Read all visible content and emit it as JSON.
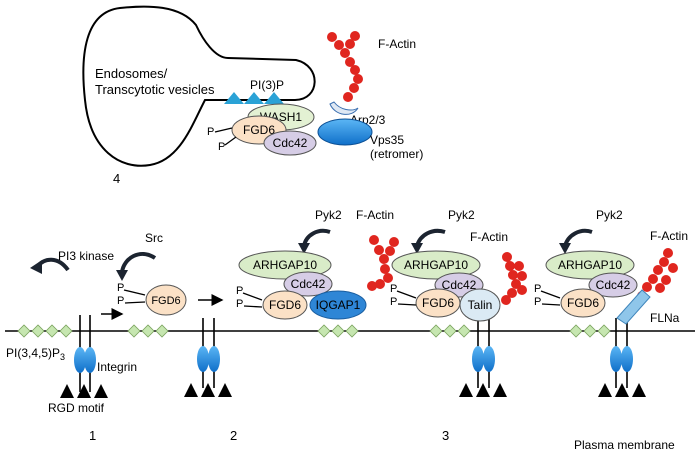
{
  "labels": {
    "endosomes_line1": "Endosomes/",
    "endosomes_line2": "Transcytotic vesicles",
    "pi3p": "PI(3)P",
    "factin": "F-Actin",
    "arp23": "Arp2/3",
    "vps35": "Vps35",
    "retromer": "(retromer)",
    "wash1": "WASH1",
    "fgd6": "FGD6",
    "cdc42": "Cdc42",
    "p": "P",
    "panel4": "4",
    "pi3kinase": "PI3 kinase",
    "src": "Src",
    "pyk2": "Pyk2",
    "arhgap10": "ARHGAP10",
    "iqgap1": "IQGAP1",
    "talin": "Talin",
    "flna": "FLNa",
    "integrin": "Integrin",
    "rgd": "RGD motif",
    "pip3_main": "PI(3,4,5)P",
    "pip3_sub": "3",
    "plasma_membrane": "Plasma membrane",
    "step1": "1",
    "step2": "2",
    "step3": "3"
  },
  "colors": {
    "fgd6": "#fbe1c6",
    "cdc42": "#d6cde6",
    "arhgap10": "#d9ecc8",
    "wash1": "#e3f1d3",
    "talin": "#dbeaf4",
    "iqgap1": "#2e86d6",
    "vps35": "#1a8fe3",
    "integrin": "#1a7fe0",
    "actin": "#e0261f",
    "pip_diamond": "#c6e6b0",
    "pi3p_triangle": "#2aa2d6",
    "arrow_dark": "#1c2430",
    "flna": "#8fc6ea"
  }
}
